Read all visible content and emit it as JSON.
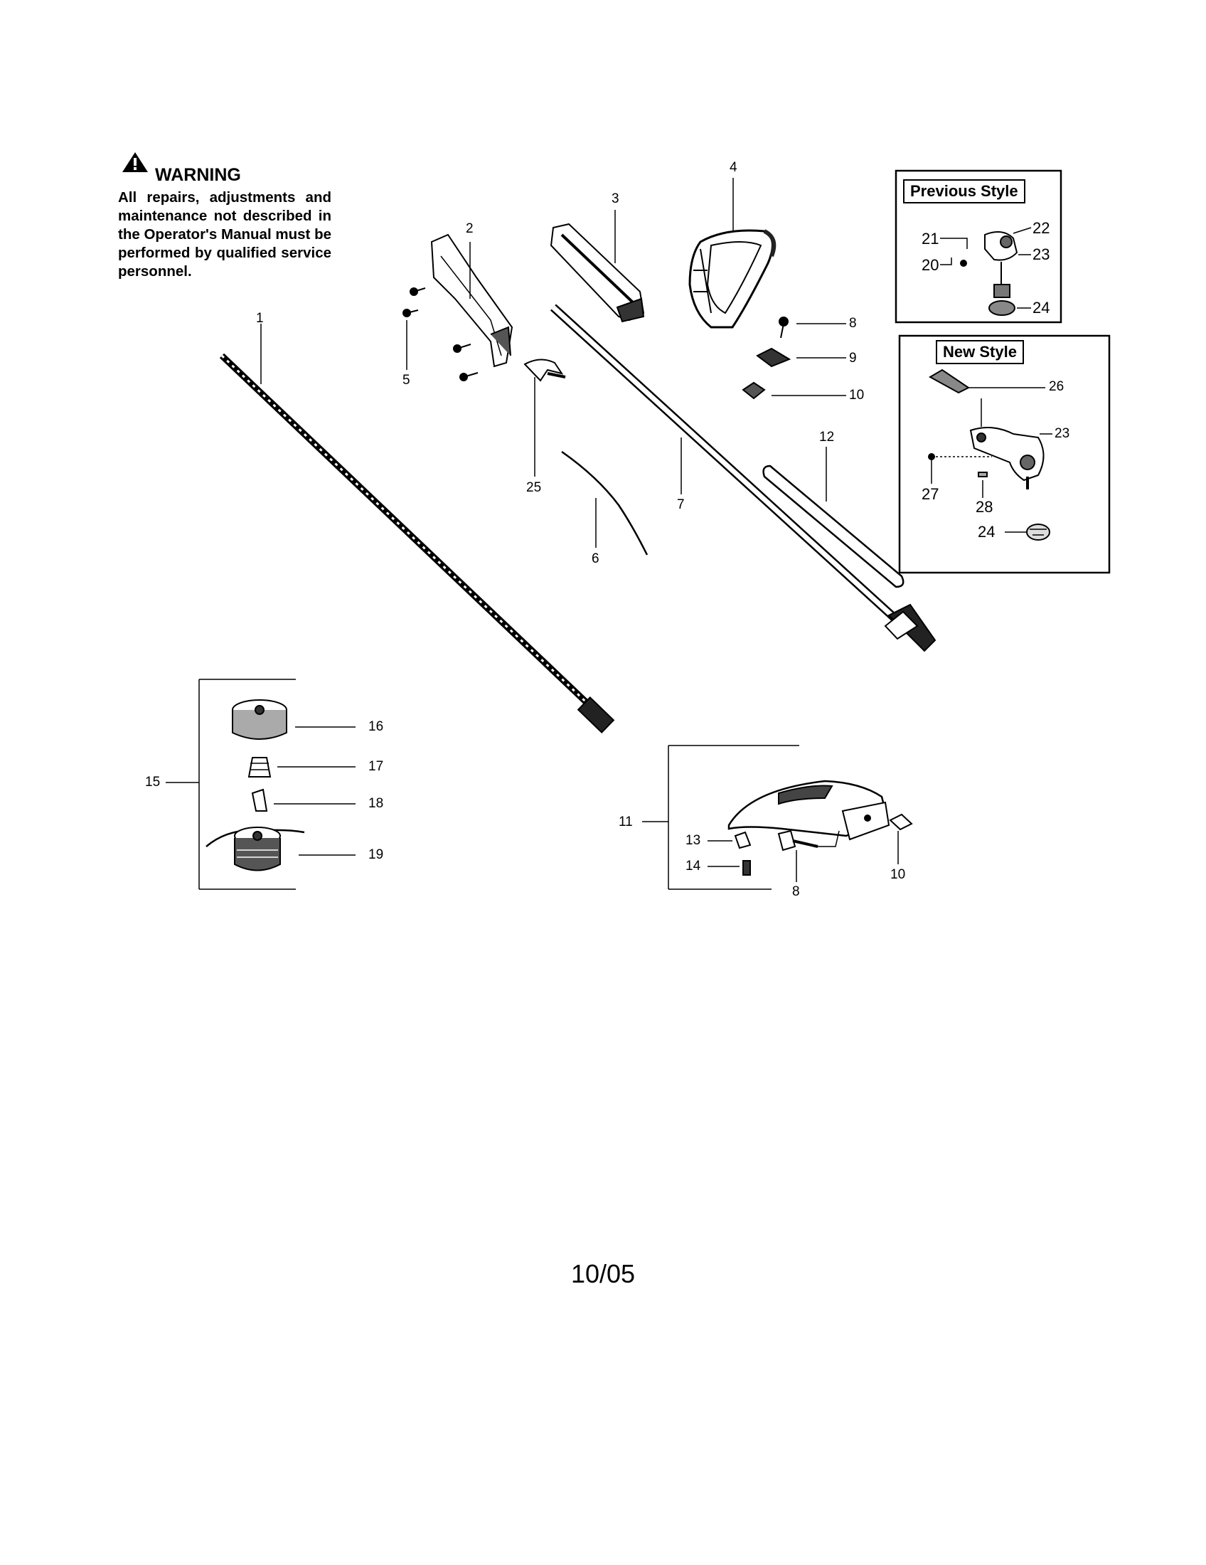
{
  "warning": {
    "icon": "warning-triangle-icon",
    "title": "WARNING",
    "text": "All repairs, adjustments and maintenance not described in the Operator's Manual must be performed by qualified service personnel."
  },
  "insets": {
    "previous_style": "Previous Style",
    "new_style": "New Style"
  },
  "callouts": {
    "c1": "1",
    "c2": "2",
    "c3": "3",
    "c4": "4",
    "c5": "5",
    "c6": "6",
    "c7": "7",
    "c8a": "8",
    "c8b": "8",
    "c9": "9",
    "c10a": "10",
    "c10b": "10",
    "c11": "11",
    "c12": "12",
    "c13": "13",
    "c14": "14",
    "c15": "15",
    "c16": "16",
    "c17": "17",
    "c18": "18",
    "c19": "19",
    "c20": "20",
    "c21": "21",
    "c22": "22",
    "c23a": "23",
    "c23b": "23",
    "c24a": "24",
    "c24b": "24",
    "c25": "25",
    "c26": "26",
    "c27": "27",
    "c28": "28"
  },
  "footer": "10/05"
}
